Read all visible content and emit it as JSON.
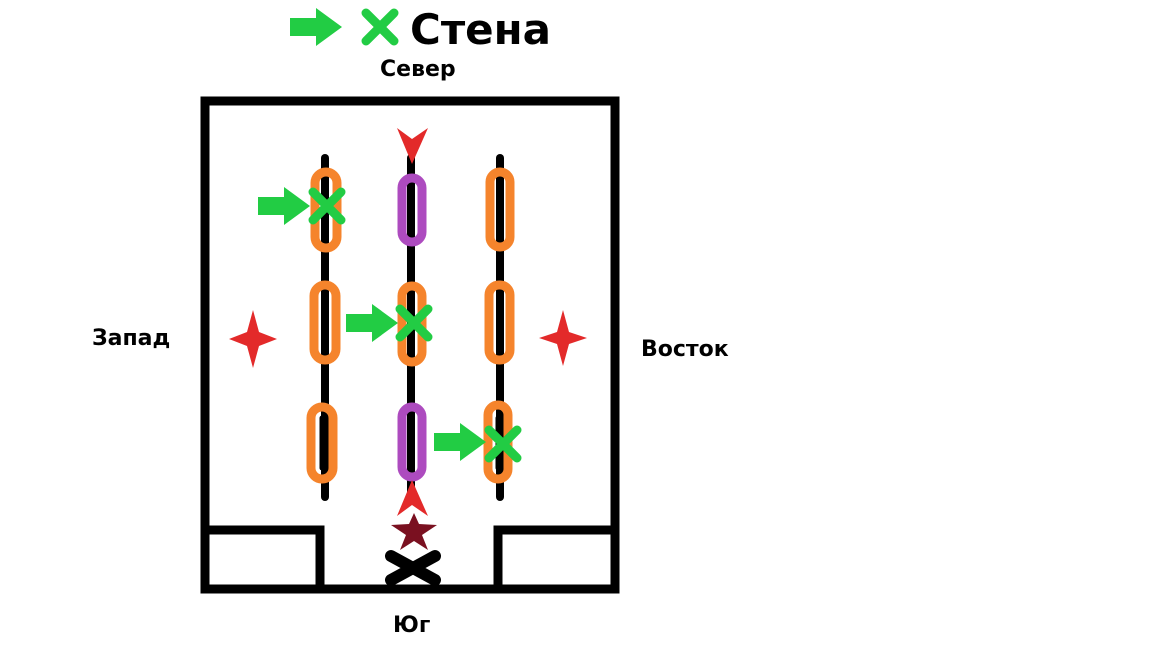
{
  "legend": {
    "label": "Стена",
    "arrow_icon": "green-arrow-icon",
    "mark_icon": "green-x-icon"
  },
  "compass": {
    "north": "Север",
    "south": "Юг",
    "west": "Запад",
    "east": "Восток"
  },
  "colors": {
    "wall": "#000000",
    "marker_orange": "#f5842c",
    "marker_purple": "#ad4bbf",
    "arrow_green": "#22cc44",
    "star_red": "#e32a2a",
    "star_dark": "#7a1020"
  }
}
